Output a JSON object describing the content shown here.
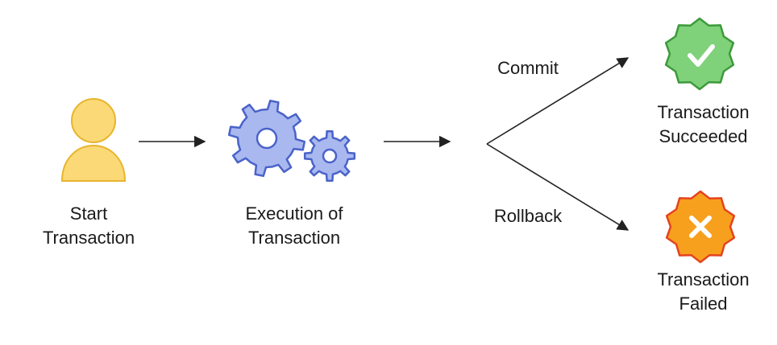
{
  "nodes": {
    "start": {
      "line1": "Start",
      "line2": "Transaction"
    },
    "execution": {
      "line1": "Execution of",
      "line2": "Transaction"
    },
    "success": {
      "line1": "Transaction",
      "line2": "Succeeded"
    },
    "failed": {
      "line1": "Transaction",
      "line2": "Failed"
    }
  },
  "edges": {
    "commit": "Commit",
    "rollback": "Rollback"
  },
  "icons": {
    "start": "user-icon",
    "execution": "gears-icon",
    "success": "check-badge-icon",
    "failed": "cross-badge-icon"
  },
  "colors": {
    "user_fill": "#fbd976",
    "user_stroke": "#e8b42c",
    "gear_fill": "#a9b8ef",
    "gear_stroke": "#4a63c9",
    "success_fill": "#7fd17a",
    "success_stroke": "#3c9a3a",
    "failed_fill": "#f7a01e",
    "failed_stroke": "#e4431e",
    "arrow": "#222222"
  }
}
